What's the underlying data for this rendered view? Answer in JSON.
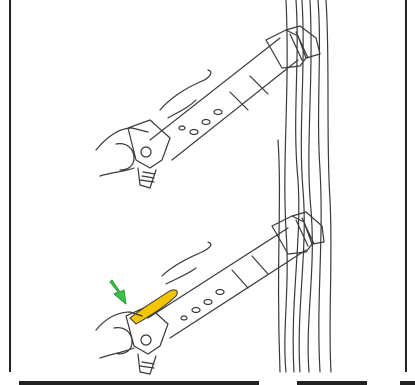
{
  "illustration": {
    "subject": "vacuum-wand-with-curtain",
    "panels": [
      {
        "step": "wand-against-curtain"
      },
      {
        "step": "press-release-trigger"
      }
    ],
    "colors": {
      "line": "#3a3a3a",
      "highlight": "#f2c500",
      "arrow": "#3cc24a",
      "background": "#ffffff"
    }
  }
}
